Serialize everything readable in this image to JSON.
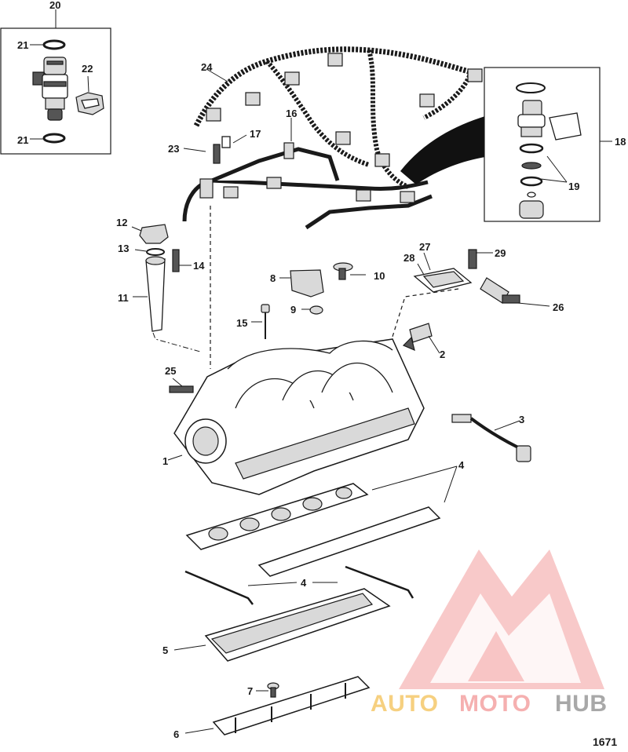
{
  "diagram": {
    "number": "1671",
    "callouts": [
      "1",
      "2",
      "3",
      "4",
      "4",
      "5",
      "6",
      "7",
      "8",
      "9",
      "10",
      "11",
      "12",
      "13",
      "14",
      "15",
      "16",
      "17",
      "18",
      "19",
      "20",
      "21",
      "21",
      "22",
      "23",
      "24",
      "25",
      "26",
      "27",
      "28",
      "29"
    ]
  },
  "watermark": {
    "part1": "AUTO",
    "part2": "MOTO",
    "part3": "HUB",
    "colors": {
      "part1": "#f5c86a",
      "part2": "#f4a3a3",
      "part3": "#9a9a9a",
      "logo": "#f08a8a"
    }
  }
}
